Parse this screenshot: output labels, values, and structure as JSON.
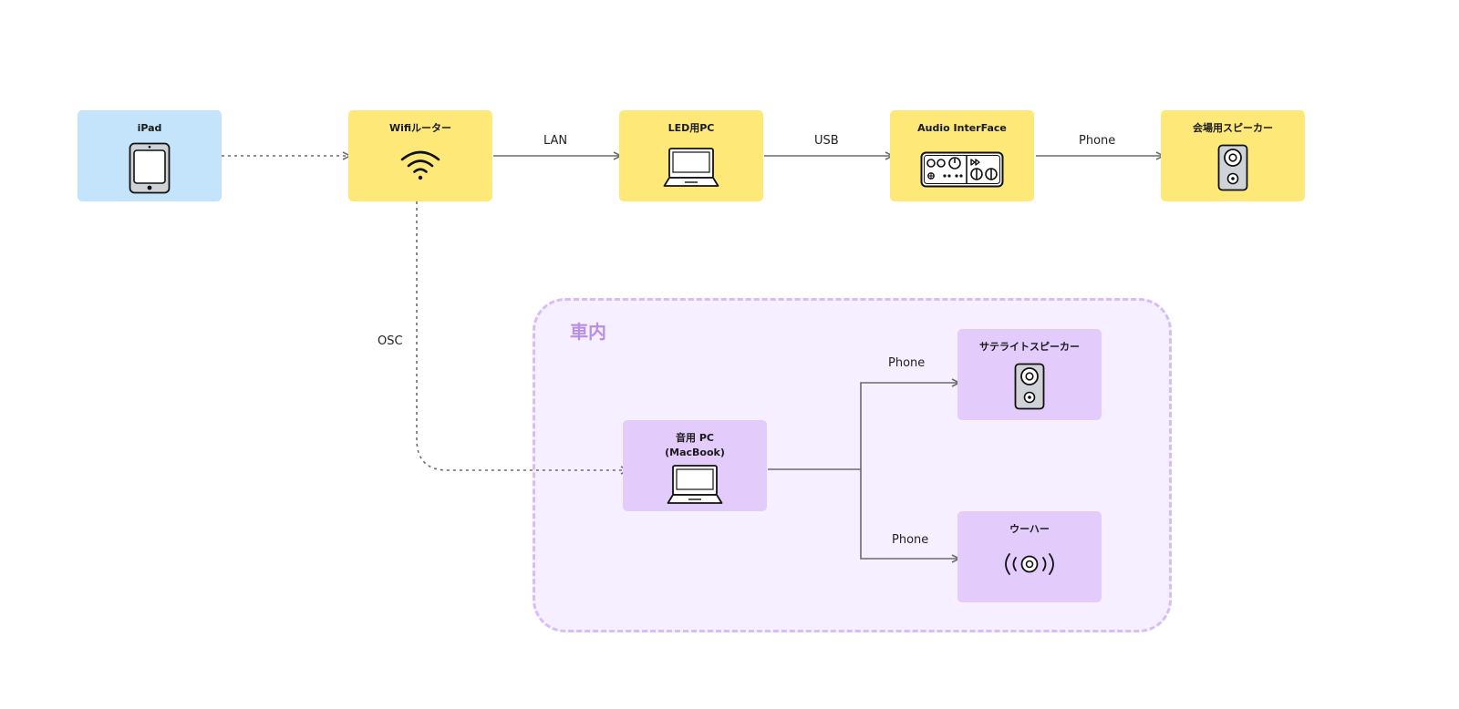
{
  "region": {
    "label": "車内"
  },
  "nodes": {
    "ipad": {
      "title": "iPad",
      "icon": "tablet-icon"
    },
    "router": {
      "title": "Wifiルーター",
      "icon": "wifi-icon"
    },
    "led_pc": {
      "title": "LED用PC",
      "icon": "laptop-icon"
    },
    "audio_interface": {
      "title": "Audio InterFace",
      "icon": "audio-interface-icon"
    },
    "venue_speaker": {
      "title": "会場用スピーカー",
      "icon": "speaker-icon"
    },
    "sound_pc": {
      "title_line1": "音用 PC",
      "title_line2": "(MacBook)",
      "icon": "laptop-icon"
    },
    "satellite_speaker": {
      "title": "サテライトスピーカー",
      "icon": "speaker-icon"
    },
    "woofer": {
      "title": "ウーハー",
      "icon": "woofer-icon"
    }
  },
  "edges": {
    "router_led": "LAN",
    "led_audio": "USB",
    "audio_speaker": "Phone",
    "router_sound": "OSC",
    "sound_satellite": "Phone",
    "sound_woofer": "Phone"
  },
  "colors": {
    "blue_node": "#c3e4fb",
    "yellow_node": "#fde878",
    "purple_node": "#e3ccfb",
    "region_fill": "#f6efff",
    "region_border": "#d6bdf5",
    "region_label": "#b98ee6",
    "edge": "#6b6b6b"
  }
}
